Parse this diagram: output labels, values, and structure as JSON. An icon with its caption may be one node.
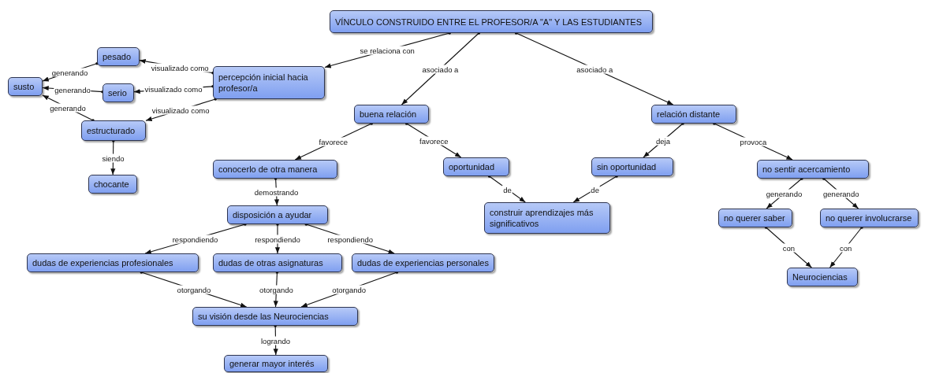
{
  "diagram": {
    "nodes": [
      {
        "text": [
          "VÍNCULO CONSTRUIDO ENTRE EL PROFESOR/A \"A\" Y LAS ESTUDIANTES"
        ]
      },
      {
        "text": [
          "percepción inicial hacia profesor/a"
        ]
      },
      {
        "text": [
          "pesado"
        ]
      },
      {
        "text": [
          "susto"
        ]
      },
      {
        "text": [
          "serio"
        ]
      },
      {
        "text": [
          "estructurado"
        ]
      },
      {
        "text": [
          "chocante"
        ]
      },
      {
        "text": [
          "buena relación"
        ]
      },
      {
        "text": [
          "relación distante"
        ]
      },
      {
        "text": [
          "conocerlo de otra manera"
        ]
      },
      {
        "text": [
          "oportunidad"
        ]
      },
      {
        "text": [
          "sin oportunidad"
        ]
      },
      {
        "text": [
          "no sentir acercamiento"
        ]
      },
      {
        "text": [
          "disposición a ayudar"
        ]
      },
      {
        "text": [
          "construir aprendizajes más significativos"
        ]
      },
      {
        "text": [
          "no querer saber"
        ]
      },
      {
        "text": [
          "no querer involucrarse"
        ]
      },
      {
        "text": [
          "dudas de experiencias profesionales"
        ]
      },
      {
        "text": [
          "dudas de otras asignaturas"
        ]
      },
      {
        "text": [
          "dudas de experiencias personales"
        ]
      },
      {
        "text": [
          "Neurociencias"
        ]
      },
      {
        "text": [
          "su visión desde las Neurociencias"
        ]
      },
      {
        "text": [
          "generar mayor interés"
        ]
      }
    ],
    "edges": [
      {
        "from": 0,
        "to": 1,
        "arrow": "to",
        "label": "se relaciona con"
      },
      {
        "from": 0,
        "to": 7,
        "arrow": "to",
        "label": "asociado a"
      },
      {
        "from": 0,
        "to": 8,
        "arrow": "to",
        "label": "asociado a"
      },
      {
        "from": 1,
        "to": 2,
        "arrow": "to",
        "label": "visualizado como"
      },
      {
        "from": 1,
        "to": 4,
        "arrow": "to",
        "label": "visualizado como"
      },
      {
        "from": 1,
        "to": 5,
        "arrow": "to",
        "label": "visualizado como"
      },
      {
        "from": 2,
        "to": 3,
        "arrow": "to",
        "label": "generando"
      },
      {
        "from": 4,
        "to": 3,
        "arrow": "to",
        "label": "generando"
      },
      {
        "from": 5,
        "to": 3,
        "arrow": "to",
        "label": "generando"
      },
      {
        "from": 5,
        "to": 6,
        "arrow": "to",
        "label": "siendo"
      },
      {
        "from": 7,
        "to": 9,
        "arrow": "to",
        "label": "favorece"
      },
      {
        "from": 7,
        "to": 10,
        "arrow": "to",
        "label": "favorece"
      },
      {
        "from": 8,
        "to": 11,
        "arrow": "to",
        "label": "deja"
      },
      {
        "from": 8,
        "to": 12,
        "arrow": "to",
        "label": "provoca"
      },
      {
        "from": 9,
        "to": 13,
        "arrow": "to",
        "label": "demostrando"
      },
      {
        "from": 10,
        "to": 14,
        "arrow": "to",
        "label": "de"
      },
      {
        "from": 11,
        "to": 14,
        "arrow": "to",
        "label": "de"
      },
      {
        "from": 12,
        "to": 15,
        "arrow": "to",
        "label": "generando"
      },
      {
        "from": 12,
        "to": 16,
        "arrow": "to",
        "label": "generando"
      },
      {
        "from": 13,
        "to": 17,
        "arrow": "to",
        "label": "respondiendo"
      },
      {
        "from": 13,
        "to": 18,
        "arrow": "to",
        "label": "respondiendo"
      },
      {
        "from": 13,
        "to": 19,
        "arrow": "to",
        "label": "respondiendo"
      },
      {
        "from": 17,
        "to": 21,
        "arrow": "to",
        "label": "otorgando"
      },
      {
        "from": 18,
        "to": 21,
        "arrow": "to",
        "label": "otorgando"
      },
      {
        "from": 19,
        "to": 21,
        "arrow": "to",
        "label": "otorgando"
      },
      {
        "from": 21,
        "to": 22,
        "arrow": "to",
        "label": "logrando"
      },
      {
        "from": 15,
        "to": 20,
        "arrow": "to",
        "label": "con"
      },
      {
        "from": 16,
        "to": 20,
        "arrow": "to",
        "label": "con"
      }
    ]
  }
}
